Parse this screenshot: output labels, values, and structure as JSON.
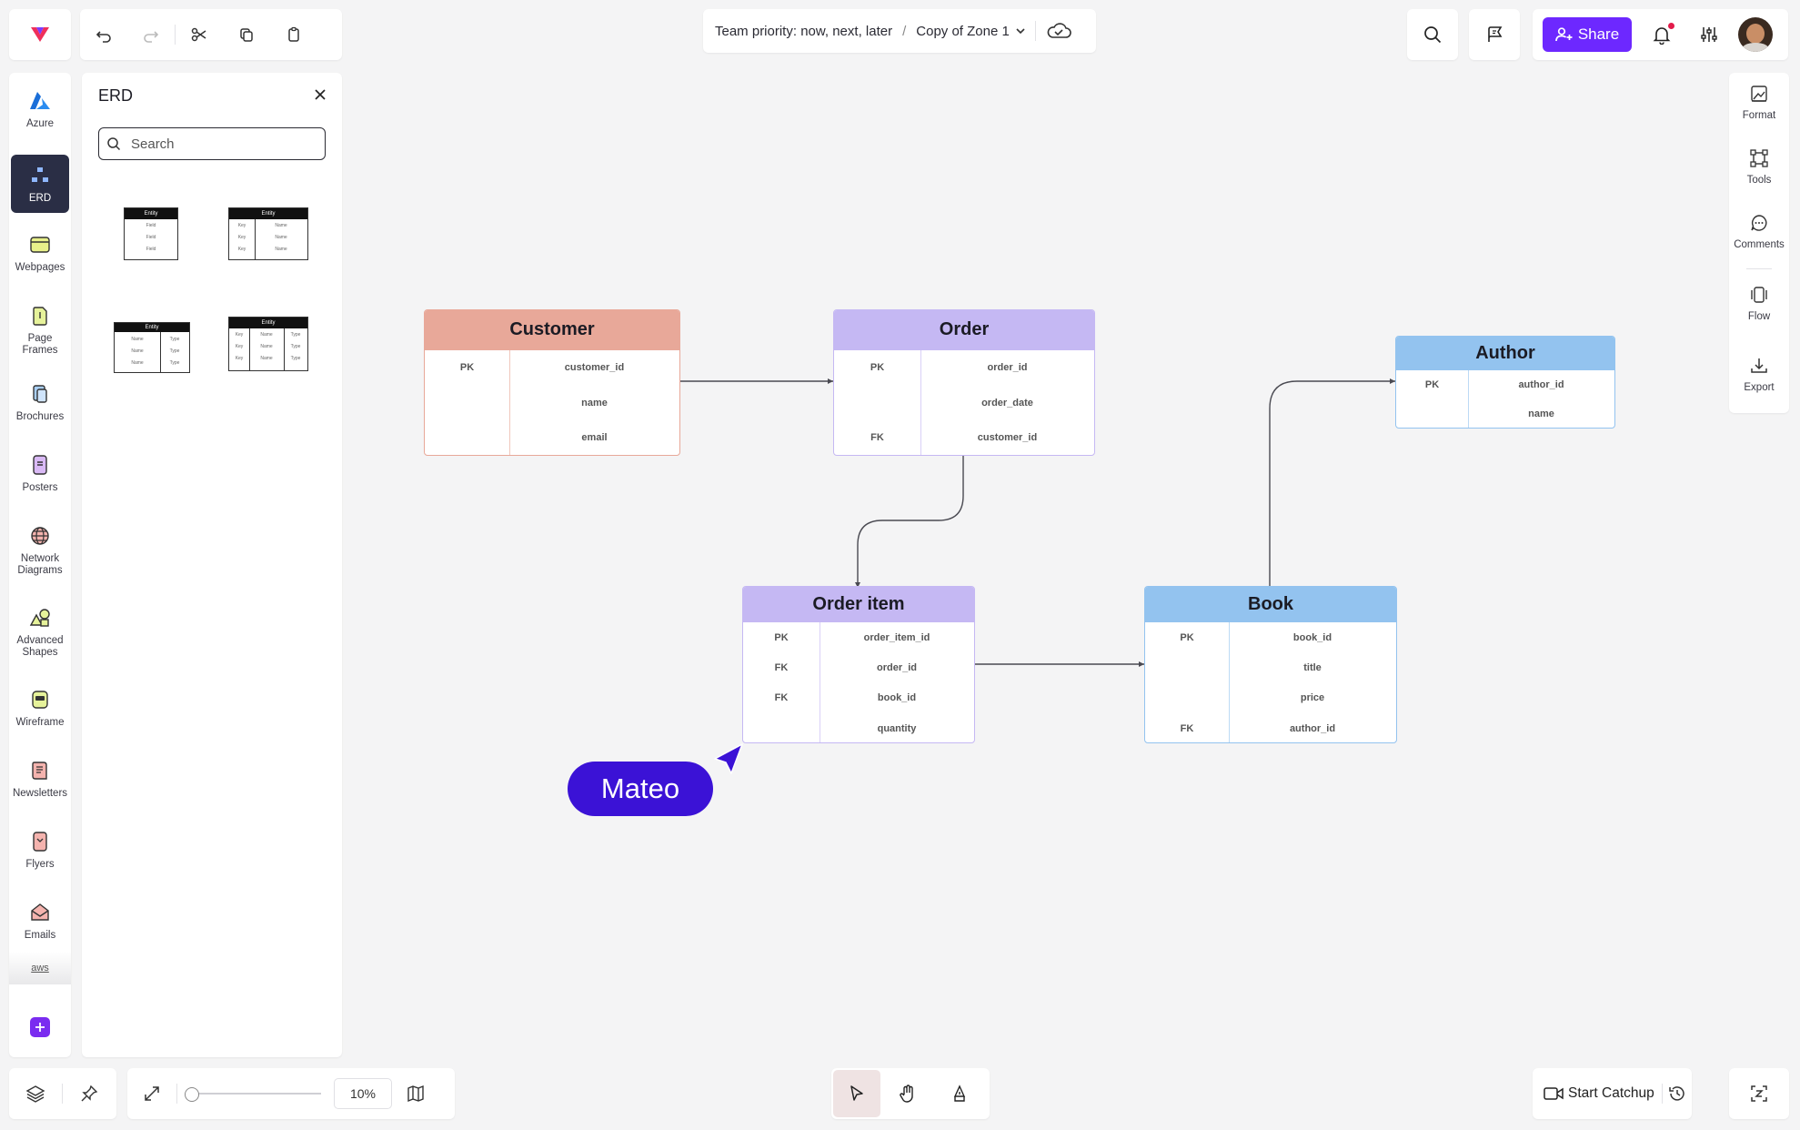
{
  "topbar": {
    "breadcrumb_project": "Team priority: now, next, later",
    "breadcrumb_sep": "/",
    "breadcrumb_page": "Copy of Zone 1",
    "share_label": "Share"
  },
  "rail": {
    "items": [
      {
        "label": "Azure"
      },
      {
        "label": "ERD"
      },
      {
        "label": "Webpages"
      },
      {
        "label": "Page\nFrames"
      },
      {
        "label": "Brochures"
      },
      {
        "label": "Posters"
      },
      {
        "label": "Network\nDiagrams"
      },
      {
        "label": "Advanced\nShapes"
      },
      {
        "label": "Wireframe"
      },
      {
        "label": "Newsletters"
      },
      {
        "label": "Flyers"
      },
      {
        "label": "Emails"
      }
    ],
    "aws_label": "aws"
  },
  "panel": {
    "title": "ERD",
    "search_placeholder": "Search",
    "thumb_header": "Entity",
    "thumb_field": "Field",
    "thumb_key": "Key",
    "thumb_name": "Name",
    "thumb_type": "Type"
  },
  "erd": {
    "customer": {
      "title": "Customer",
      "rows": [
        [
          "PK",
          "customer_id"
        ],
        [
          "",
          "name"
        ],
        [
          "",
          "email"
        ]
      ]
    },
    "order": {
      "title": "Order",
      "rows": [
        [
          "PK",
          "order_id"
        ],
        [
          "",
          "order_date"
        ],
        [
          "FK",
          "customer_id"
        ]
      ]
    },
    "author": {
      "title": "Author",
      "rows": [
        [
          "PK",
          "author_id"
        ],
        [
          "",
          "name"
        ]
      ]
    },
    "order_item": {
      "title": "Order item",
      "rows": [
        [
          "PK",
          "order_item_id"
        ],
        [
          "FK",
          "order_id"
        ],
        [
          "FK",
          "book_id"
        ],
        [
          "",
          "quantity"
        ]
      ]
    },
    "book": {
      "title": "Book",
      "rows": [
        [
          "PK",
          "book_id"
        ],
        [
          "",
          "title"
        ],
        [
          "",
          "price"
        ],
        [
          "FK",
          "author_id"
        ]
      ]
    }
  },
  "cursor_label": "Mateo",
  "right_rail": {
    "items": [
      {
        "label": "Format"
      },
      {
        "label": "Tools"
      },
      {
        "label": "Comments"
      },
      {
        "label": "Flow"
      },
      {
        "label": "Export"
      }
    ]
  },
  "bottom": {
    "zoom": "10%",
    "catchup_label": "Start Catchup"
  },
  "colors": {
    "accent": "#6d28ff",
    "customer_head": "#e8a899",
    "order_head": "#c5b8f3",
    "book_head": "#93c3ef",
    "cursor": "#3b12d6"
  }
}
